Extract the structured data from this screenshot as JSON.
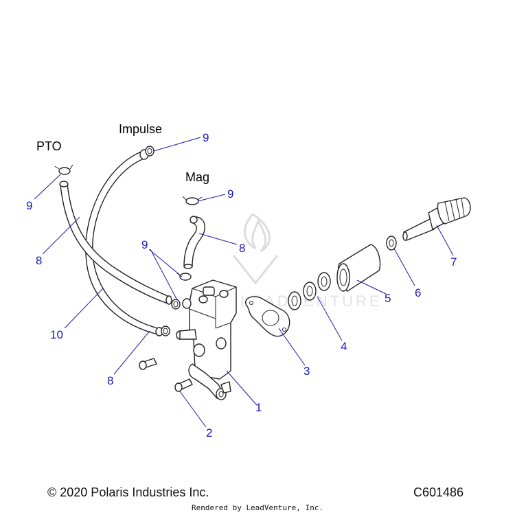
{
  "headings": {
    "pto": "PTO",
    "impulse": "Impulse",
    "mag": "Mag"
  },
  "callouts": [
    {
      "id": "c9-impulse",
      "label": "9"
    },
    {
      "id": "c9-pto",
      "label": "9"
    },
    {
      "id": "c9-mag",
      "label": "9"
    },
    {
      "id": "c9-center",
      "label": "9"
    },
    {
      "id": "c8-pto",
      "label": "8"
    },
    {
      "id": "c8-mag",
      "label": "8"
    },
    {
      "id": "c8-lower",
      "label": "8"
    },
    {
      "id": "c10",
      "label": "10"
    },
    {
      "id": "c7",
      "label": "7"
    },
    {
      "id": "c6",
      "label": "6"
    },
    {
      "id": "c5",
      "label": "5"
    },
    {
      "id": "c4",
      "label": "4"
    },
    {
      "id": "c3",
      "label": "3"
    },
    {
      "id": "c2",
      "label": "2"
    },
    {
      "id": "c1",
      "label": "1"
    }
  ],
  "watermark": "LEADVENTURE",
  "footer": {
    "copyright": "© 2020 Polaris Industries Inc.",
    "code": "C601486",
    "rendered_by": "Rendered by LeadVenture, Inc."
  },
  "colors": {
    "callout": "#1a1ab4",
    "line": "#222222"
  }
}
